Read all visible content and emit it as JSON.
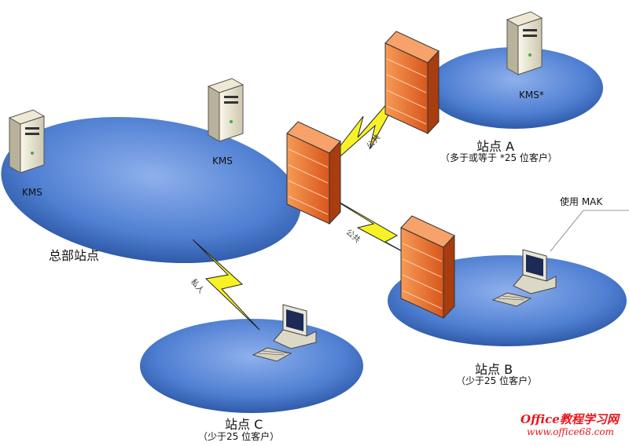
{
  "hq": {
    "server1_label": "KMS",
    "server2_label": "KMS",
    "site_name": "总部站点"
  },
  "site_a": {
    "server_label": "KMS*",
    "name": "站点  A",
    "note": "（多于或等于 *25 位客户）"
  },
  "site_b": {
    "name": "站点  B",
    "note": "（少于25 位客户）",
    "callout": "使用  MAK"
  },
  "site_c": {
    "name": "站点  C",
    "note": "（少于25 位客户）"
  },
  "links": {
    "public_a": "公共",
    "public_b": "公共",
    "private_c": "私人"
  },
  "watermark": {
    "line1": "Office教程学习网",
    "line2": "www.office68.com"
  },
  "colors": {
    "ellipse": "#4a78c8",
    "firewall": "#e8702a",
    "lightning": "#f5f020"
  }
}
